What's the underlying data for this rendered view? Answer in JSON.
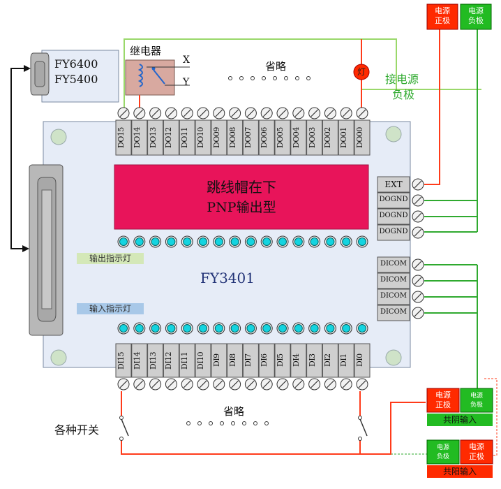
{
  "device": {
    "model": "FY3401",
    "host_models": [
      "FY6400",
      "FY5400"
    ],
    "banner_line1": "跳线帽在下",
    "banner_line2": "PNP输出型",
    "output_indicator_label": "输出指示灯",
    "input_indicator_label": "输入指示灯"
  },
  "outputs": {
    "terminals": [
      "DO15",
      "DO14",
      "DO13",
      "DO12",
      "DO11",
      "DO10",
      "DO09",
      "DO08",
      "DO07",
      "DO06",
      "DO05",
      "DO04",
      "DO03",
      "DO02",
      "DO01",
      "DO00"
    ]
  },
  "inputs": {
    "terminals": [
      "DI15",
      "DI14",
      "DI13",
      "DI12",
      "DI11",
      "DI10",
      "DI9",
      "DI8",
      "DI7",
      "DI6",
      "DI5",
      "DI4",
      "DI3",
      "DI2",
      "DI1",
      "DI0"
    ]
  },
  "side_terminals": {
    "power": [
      "EXT",
      "DOGND",
      "DOGND",
      "DOGND"
    ],
    "common": [
      "DICOM",
      "DICOM",
      "DICOM",
      "DICOM"
    ]
  },
  "relay": {
    "label": "继电器",
    "contact_x": "X",
    "contact_y": "Y"
  },
  "lamp": {
    "label": "灯"
  },
  "omitted_top": "省略",
  "omitted_bottom": "省略",
  "connect_negative": {
    "line1": "接电源",
    "line2": "负极"
  },
  "power_top": {
    "positive": {
      "line1": "电源",
      "line2": "正极"
    },
    "negative": {
      "line1": "电源",
      "line2": "负极"
    }
  },
  "cathode_common": {
    "positive": {
      "line1": "电源",
      "line2": "正极"
    },
    "negative": {
      "line1": "电源",
      "line2": "负极"
    },
    "label": "共阴输入"
  },
  "anode_common": {
    "negative": {
      "line1": "电源",
      "line2": "负极"
    },
    "positive": {
      "line1": "电源",
      "line2": "正极"
    },
    "label": "共阳输入"
  },
  "switches_label": "各种开关",
  "colors": {
    "board": "#e6ecf7",
    "banner": "#e8145a",
    "led": "#14d4e0",
    "power_positive": "#ff2a00",
    "power_negative": "#22bb22",
    "wire_red": "#ff3b1a",
    "wire_green": "#2faa2f",
    "wire_lightgreen": "#9ad86a",
    "relay": "#d8a9a0",
    "connector": "#b8b8b8",
    "out_tag": "#d4e8b8",
    "in_tag": "#a8c8e8"
  }
}
